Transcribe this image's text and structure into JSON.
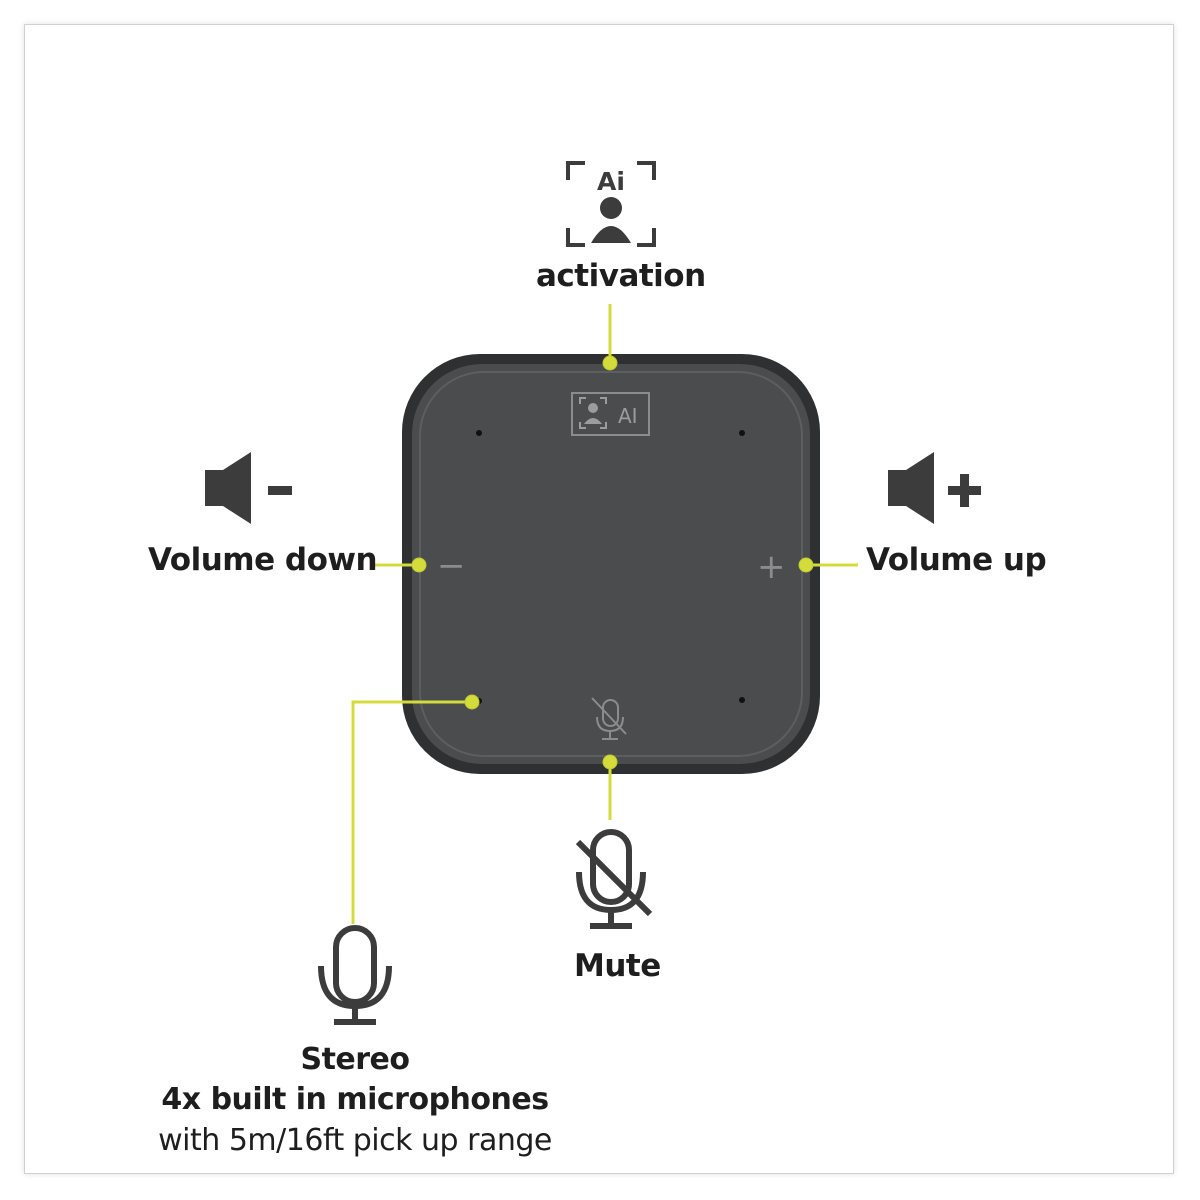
{
  "diagram": {
    "device_badge_text": "AI",
    "ai_icon_text": "Ai",
    "activation_label": "activation",
    "volume_down_label": "Volume down",
    "volume_up_label": "Volume up",
    "mute_label": "Mute",
    "mic_label": {
      "line1": "Stereo",
      "line2": "4x built in microphones",
      "line3": "with 5m/16ft pick up range"
    },
    "minus_symbol": "−",
    "plus_symbol": "+",
    "colors": {
      "accent": "#d4dc3c",
      "device_body": "#4a4c4e",
      "device_rim": "#2e3032",
      "icon": "#3c3c3c",
      "text": "#1e1e1e"
    }
  }
}
